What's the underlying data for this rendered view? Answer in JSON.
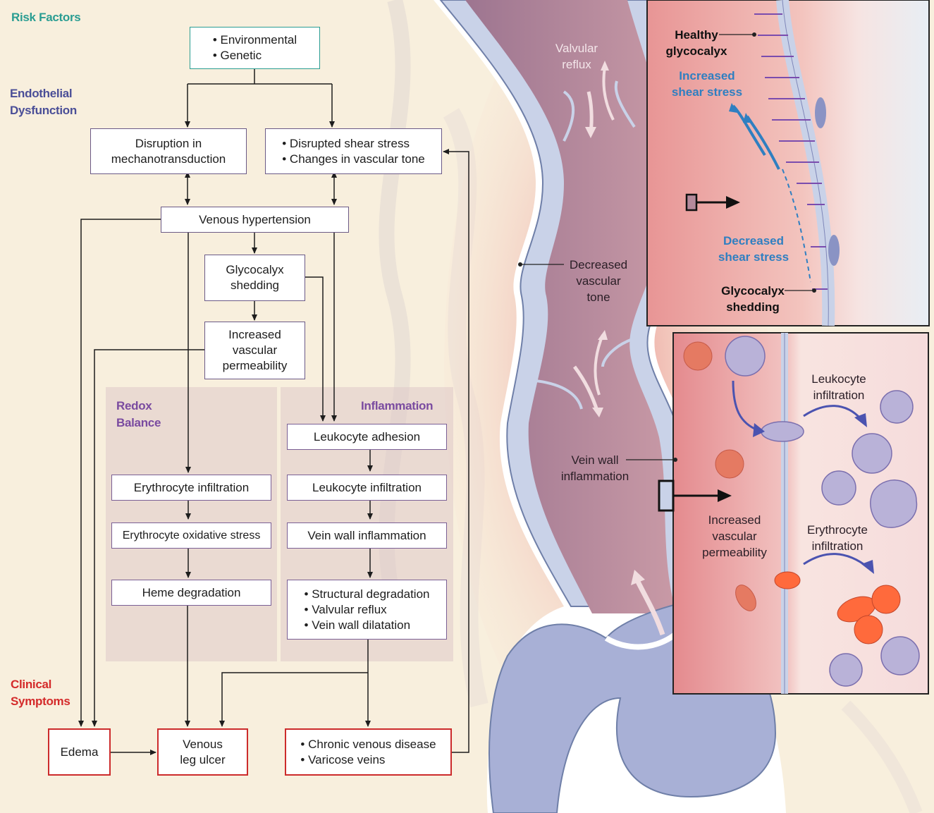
{
  "colors": {
    "background": "#f8efdd",
    "risk_factors": "#2a9d92",
    "endothelial": "#4a4e97",
    "pathway": "#7a4ba0",
    "clinical": "#d42a2a",
    "shear_blue": "#2f7fc1",
    "vein_lumen": "#b48a9c",
    "vein_wall": "#c9d2e8",
    "varicose": "#a8b0d6"
  },
  "section_labels": {
    "risk_factors": "Risk Factors",
    "endothelial_1": "Endothelial",
    "endothelial_2": "Dysfunction",
    "redox_1": "Redox",
    "redox_2": "Balance",
    "inflammation": "Inflammation",
    "clinical_1": "Clinical",
    "clinical_2": "Symptoms"
  },
  "boxes": {
    "risk": [
      "Environmental",
      "Genetic"
    ],
    "mechano": [
      "Disruption in",
      "mechanotransduction"
    ],
    "shear": [
      "Disrupted shear stress",
      "Changes in vascular tone"
    ],
    "hypertension": "Venous hypertension",
    "glycocalyx": [
      "Glycocalyx",
      "shedding"
    ],
    "permeability": [
      "Increased",
      "vascular",
      "permeability"
    ],
    "ery_infiltration": "Erythrocyte infiltration",
    "ery_oxidative": "Erythrocyte oxidative stress",
    "heme": "Heme degradation",
    "leuk_adhesion": "Leukocyte adhesion",
    "leuk_infiltration": "Leukocyte infiltration",
    "vein_inflammation": "Vein wall inflammation",
    "structural": [
      "Structural degradation",
      "Valvular reflux",
      "Vein wall dilatation"
    ],
    "edema": "Edema",
    "ulcer": [
      "Venous",
      "leg ulcer"
    ],
    "chronic": [
      "Chronic venous disease",
      "Varicose veins"
    ]
  },
  "illustration": {
    "valvular_reflux": [
      "Valvular",
      "reflux"
    ],
    "decreased_tone": [
      "Decreased",
      "vascular",
      "tone"
    ],
    "vein_wall_inflammation": [
      "Vein wall",
      "inflammation"
    ],
    "healthy_glycocalyx": [
      "Healthy",
      "glycocalyx"
    ],
    "increased_shear": [
      "Increased",
      "shear stress"
    ],
    "decreased_shear": [
      "Decreased",
      "shear stress"
    ],
    "glycocalyx_shedding": [
      "Glycocalyx",
      "shedding"
    ],
    "leukocyte_infiltration": [
      "Leukocyte",
      "infiltration"
    ],
    "increased_permeability": [
      "Increased",
      "vascular",
      "permeability"
    ],
    "erythrocyte_infiltration": [
      "Erythrocyte",
      "infiltration"
    ]
  }
}
